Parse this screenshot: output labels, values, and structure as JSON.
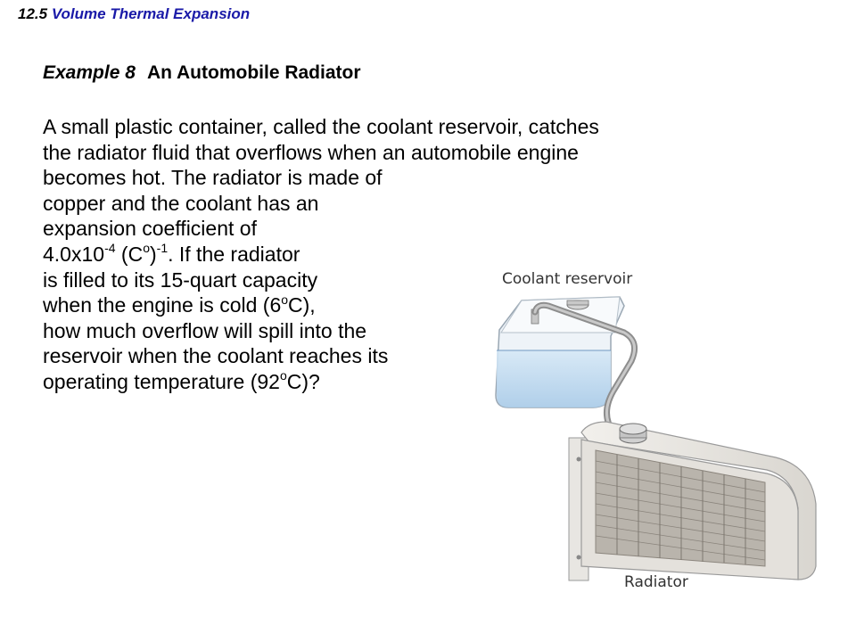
{
  "header": {
    "section_number": "12.5",
    "section_name": "Volume Thermal Expansion"
  },
  "example": {
    "tag": "Example 8",
    "title": "An Automobile Radiator"
  },
  "problem": {
    "l1": "A small plastic container, called the coolant reservoir, catches",
    "l2": "the radiator fluid that overflows when an automobile engine",
    "l3": "becomes hot.  The radiator is made of",
    "l4": "copper and the coolant has an",
    "l5": "expansion coefficient of",
    "l6_a": "4.0x10",
    "l6_exp1": "-4",
    "l6_b": " (C",
    "l6_deg": "o",
    "l6_c": ")",
    "l6_exp2": "-1",
    "l6_d": ".  If the radiator",
    "l7": "is filled to its 15-quart capacity",
    "l8_a": "when the engine is cold (6",
    "l8_deg": "o",
    "l8_b": "C),",
    "l9": "how much overflow will spill into the",
    "l10": "reservoir when the coolant reaches its",
    "l11_a": "operating temperature (92",
    "l11_deg": "o",
    "l11_b": "C)?"
  },
  "figure": {
    "reservoir_label": "Coolant reservoir",
    "radiator_label": "Radiator"
  }
}
